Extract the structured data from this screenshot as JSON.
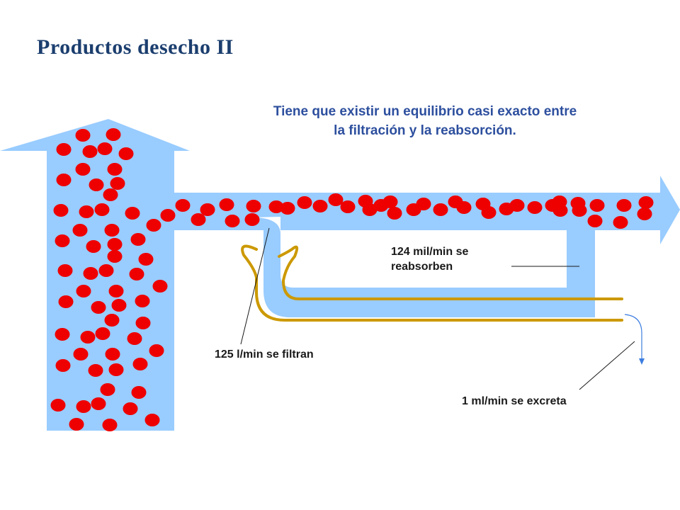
{
  "title": "Productos desecho II",
  "subtitle_line1": "Tiene que existir un equilibrio casi exacto entre",
  "subtitle_line2": "la filtración y la reabsorción.",
  "labels": {
    "filtered": "125 l/min se filtran",
    "reabsorbed_line1": "124 mil/min se",
    "reabsorbed_line2": "reabsorben",
    "excreted": "1 ml/min se excreta"
  },
  "colors": {
    "vessel": "#99ccff",
    "particle": "#ee0000",
    "capsule": "#cc9900",
    "title": "#1b3e6e",
    "subtitle": "#2d4f9e"
  }
}
